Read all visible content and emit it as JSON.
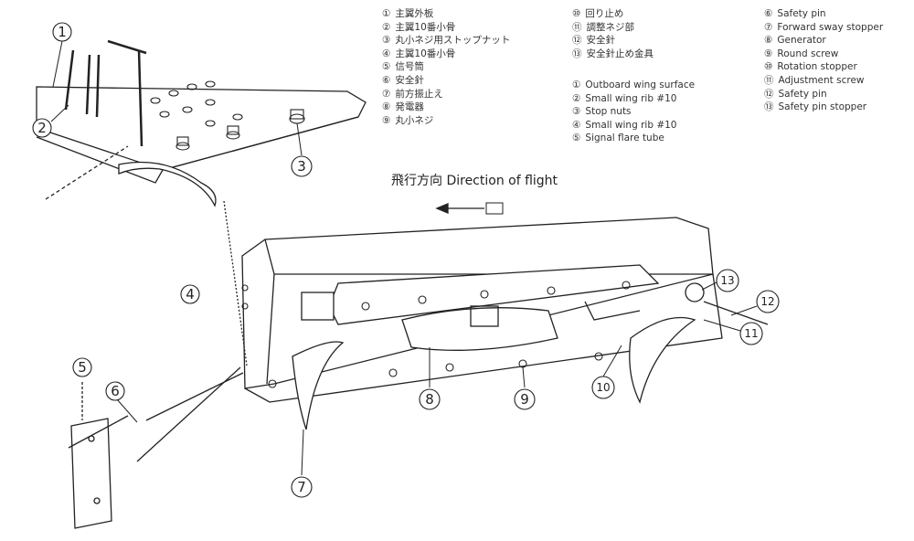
{
  "legend_jp": [
    {
      "n": "①",
      "t": "主翼外板"
    },
    {
      "n": "②",
      "t": "主翼10番小骨"
    },
    {
      "n": "③",
      "t": "丸小ネジ用ストップナット"
    },
    {
      "n": "④",
      "t": "主翼10番小骨"
    },
    {
      "n": "⑤",
      "t": "信号筒"
    },
    {
      "n": "⑥",
      "t": "安全針"
    },
    {
      "n": "⑦",
      "t": "前方振止え"
    },
    {
      "n": "⑧",
      "t": "発電器"
    },
    {
      "n": "⑨",
      "t": "丸小ネジ"
    },
    {
      "n": "⑩",
      "t": "回り止め"
    },
    {
      "n": "⑪",
      "t": "調整ネジ部"
    },
    {
      "n": "⑫",
      "t": "安全針"
    },
    {
      "n": "⑬",
      "t": "安全針止め金具"
    }
  ],
  "legend_en": [
    {
      "n": "①",
      "t": "Outboard wing surface"
    },
    {
      "n": "②",
      "t": "Small wing rib #10"
    },
    {
      "n": "③",
      "t": "Stop nuts"
    },
    {
      "n": "④",
      "t": "Small wing rib #10"
    },
    {
      "n": "⑤",
      "t": "Signal flare tube"
    },
    {
      "n": "⑥",
      "t": "Safety pin"
    },
    {
      "n": "⑦",
      "t": "Forward sway stopper"
    },
    {
      "n": "⑧",
      "t": "Generator"
    },
    {
      "n": "⑨",
      "t": "Round screw"
    },
    {
      "n": "⑩",
      "t": "Rotation stopper"
    },
    {
      "n": "⑪",
      "t": "Adjustment screw"
    },
    {
      "n": "⑫",
      "t": "Safety pin"
    },
    {
      "n": "⑬",
      "t": "Safety pin stopper"
    }
  ],
  "direction_label": "飛行方向  Direction of flight",
  "callouts": [
    "1",
    "2",
    "3",
    "4",
    "5",
    "6",
    "7",
    "8",
    "9",
    "10",
    "11",
    "12",
    "13"
  ]
}
